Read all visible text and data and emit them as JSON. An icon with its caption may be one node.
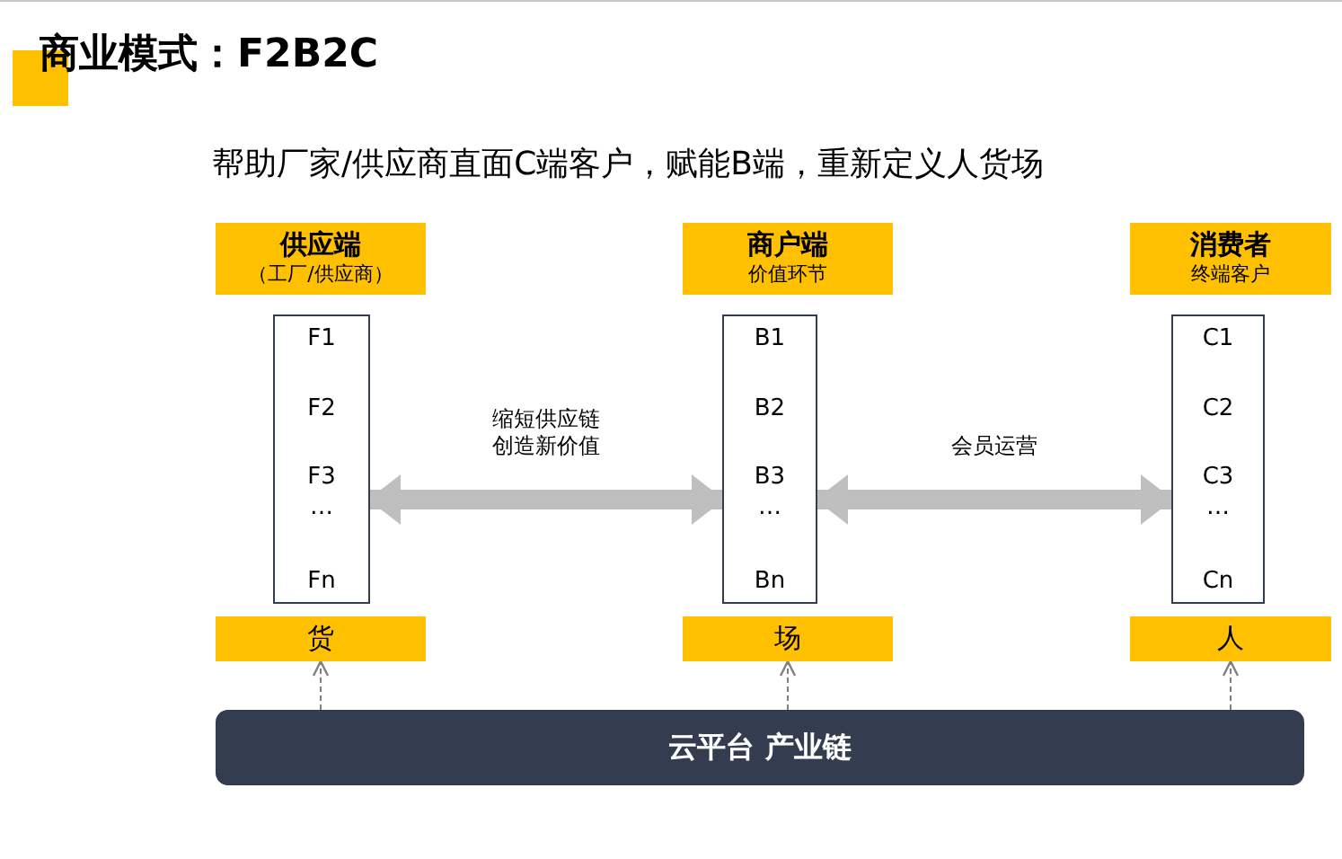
{
  "diagram": {
    "title": "商业模式：F2B2C",
    "nodes": [
      {
        "text": [
          "供应端",
          "（工厂/供应商）"
        ]
      },
      {
        "text": [
          "F1",
          "F2",
          "F3",
          "…",
          "Fn"
        ]
      },
      {
        "text": [
          "货"
        ]
      },
      {
        "text": [
          "商户端",
          "价值环节"
        ]
      },
      {
        "text": [
          "B1",
          "B2",
          "B3",
          "…",
          "Bn"
        ]
      },
      {
        "text": [
          "场"
        ]
      },
      {
        "text": [
          "消费者",
          "终端客户"
        ]
      },
      {
        "text": [
          "C1",
          "C2",
          "C3",
          "…",
          "Cn"
        ]
      },
      {
        "text": [
          "人"
        ]
      },
      {
        "text": [
          "云平台 产业链"
        ]
      }
    ],
    "edges": [
      {
        "from": 1,
        "to": 4,
        "arrow": "both",
        "label": "缩短供应链创造新价值",
        "style": "thick",
        "color": "#bfbfbf"
      },
      {
        "from": 4,
        "to": 7,
        "arrow": "both",
        "label": "会员运营",
        "style": "thick",
        "color": "#bfbfbf"
      },
      {
        "from": 9,
        "to": 2,
        "arrow": "to",
        "style": "dashed"
      },
      {
        "from": 9,
        "to": 5,
        "arrow": "to",
        "style": "dashed"
      },
      {
        "from": 9,
        "to": 8,
        "arrow": "to",
        "style": "dashed"
      }
    ],
    "labels": [
      "帮助厂家/供应商直面C端客户，赋能B端，重新定义人货场"
    ]
  }
}
